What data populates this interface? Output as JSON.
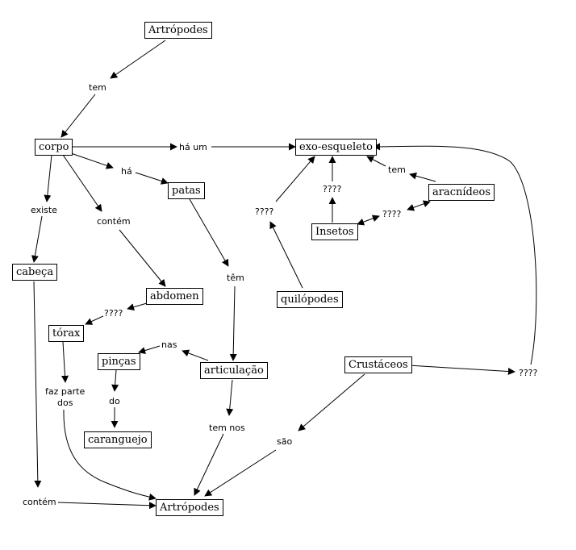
{
  "concepts": {
    "artropodes_top": "Artrópodes",
    "corpo": "corpo",
    "exoesqueleto": "exo-esqueleto",
    "patas": "patas",
    "aracnideos": "aracnídeos",
    "insetos": "Insetos",
    "cabeca": "cabeça",
    "abdomen": "abdomen",
    "quilopodes": "quilópodes",
    "torax": "tórax",
    "pincas": "pinças",
    "articulacao": "articulação",
    "crustaceos": "Crustáceos",
    "caranguejo": "caranguejo",
    "artropodes_bottom": "Artrópodes"
  },
  "links": {
    "tem": "tem",
    "ha_um": "há um",
    "ha": "há",
    "tem2": "tem",
    "existe": "existe",
    "contem": "contém",
    "q_insetos": "????",
    "q_quilopodes": "????",
    "q_aracnideos": "????",
    "tem3": "têm",
    "q_abdomen": "????",
    "nas": "nas",
    "q_crustaceos": "????",
    "faz_parte": "faz parte",
    "dos": "dos",
    "do": "do",
    "tem_nos": "tem nos",
    "sao": "são",
    "contem2": "contém"
  }
}
